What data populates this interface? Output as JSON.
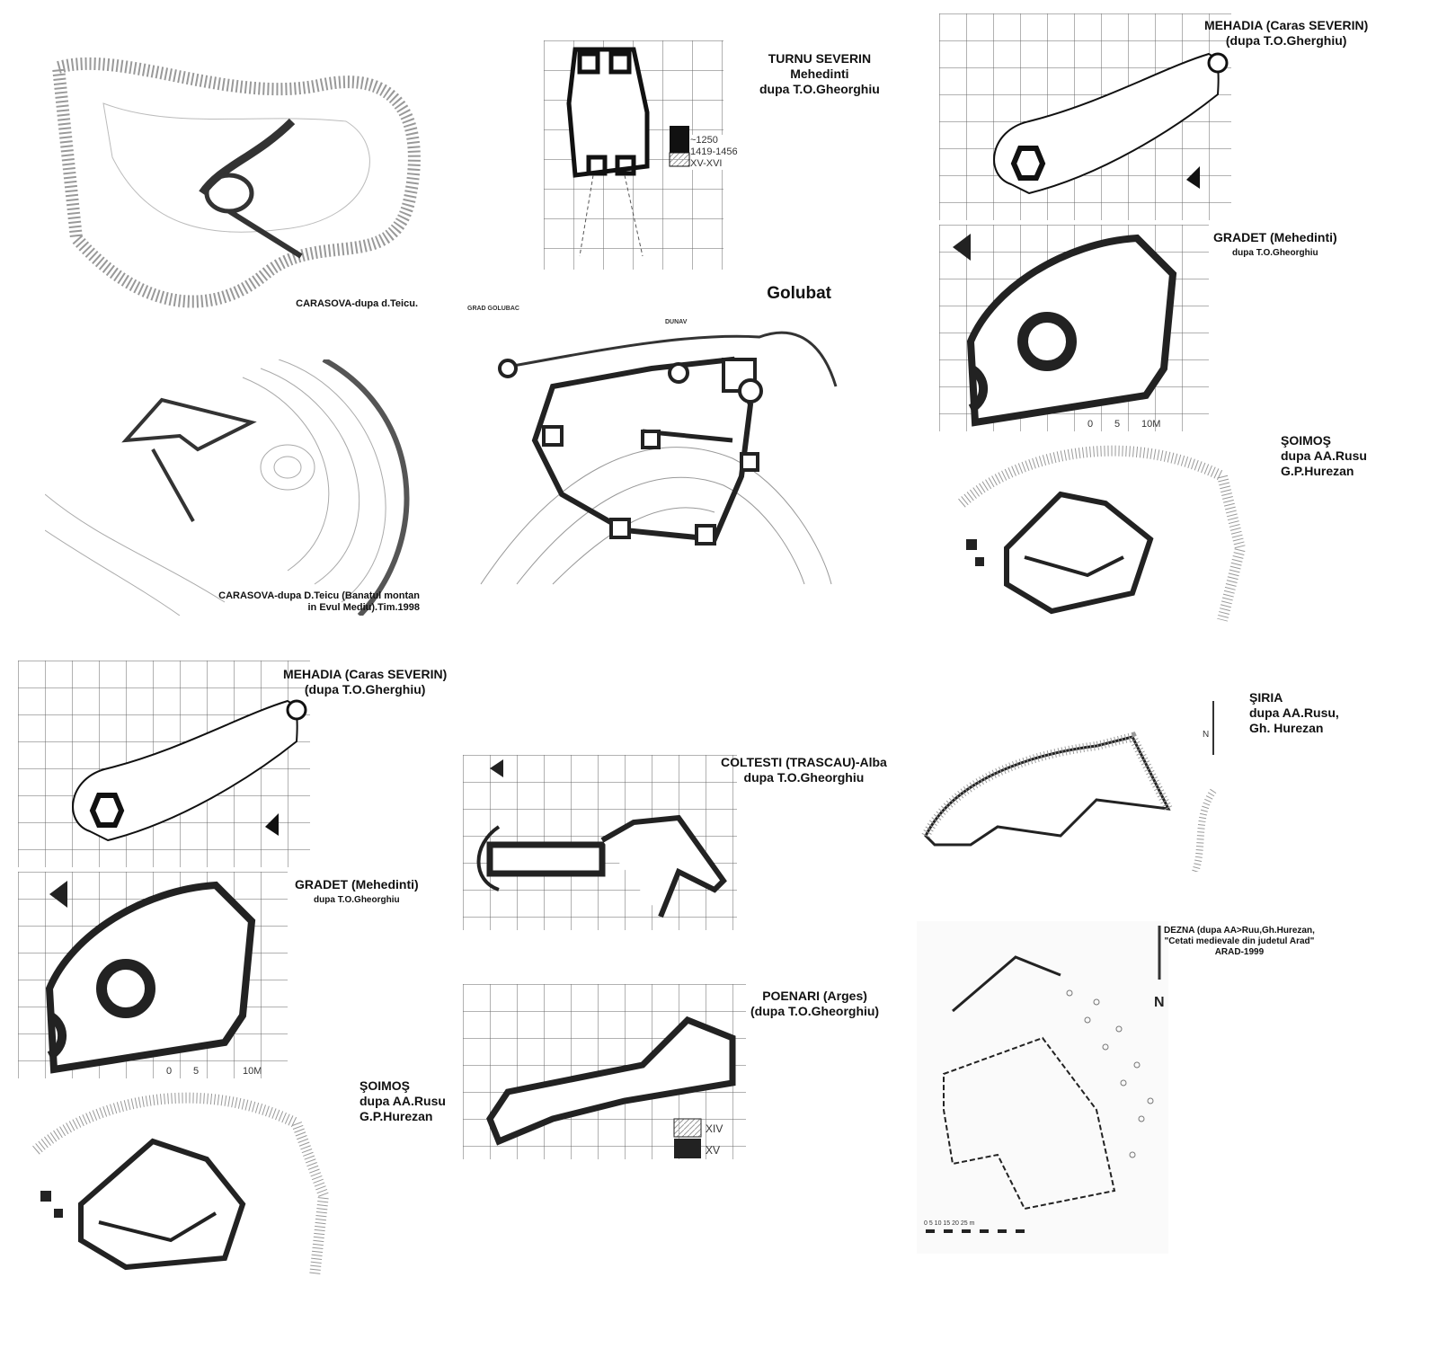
{
  "turnu_severin": {
    "title": "TURNU SEVERIN",
    "region": "Mehedinti",
    "source": "dupa T.O.Gheorghiu",
    "legend": [
      "~1250",
      "1419-1456",
      "XV-XVI"
    ]
  },
  "carasova_1": {
    "caption": "CARASOVA-dupa d.Teicu."
  },
  "carasova_2": {
    "caption_1": "CARASOVA-dupa D.Teicu (Banatul montan",
    "caption_2": "in Evul Mediu).Tim.1998"
  },
  "golubat": {
    "title": "Golubat",
    "map_label": "GRAD GOLUBAC",
    "river": "DUNAV"
  },
  "mehadia": {
    "title": "MEHADIA (Caras SEVERIN)",
    "source": "(dupa T.O.Gherghiu)"
  },
  "gradet": {
    "title": "GRADET (Mehedinti)",
    "source": "dupa T.O.Gheorghiu",
    "scale": [
      "0",
      "5",
      "10M"
    ]
  },
  "soimos": {
    "title": "ŞOIMOŞ",
    "source_1": "dupa AA.Rusu",
    "source_2": "G.P.Hurezan"
  },
  "siria": {
    "title": "ŞIRIA",
    "source_1": "dupa AA.Rusu,",
    "source_2": "Gh. Hurezan"
  },
  "coltesti": {
    "title": "COLTESTI (TRASCAU)-Alba",
    "source": "dupa T.O.Gheorghiu"
  },
  "poenari": {
    "title": "POENARI (Arges)",
    "source": "(dupa T.O.Gheorghiu)",
    "legend": [
      "XIV",
      "XV"
    ]
  },
  "dezna": {
    "title": "DEZNA (dupa AA>Ruu,Gh.Hurezan,",
    "subtitle": "\"Cetati medievale din judetul Arad\"",
    "place": "ARAD-1999",
    "scale": "0  5  10  15  20  25 m",
    "north": "N"
  }
}
